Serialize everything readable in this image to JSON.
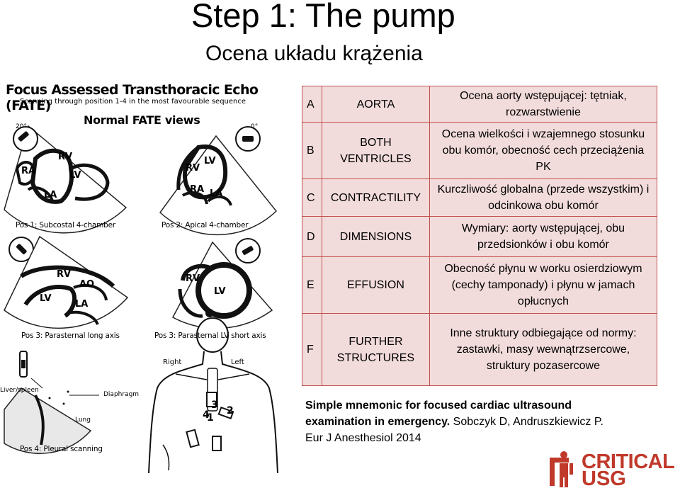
{
  "slide": {
    "title": "Step 1: The pump",
    "subtitle": "Ocena układu krążenia"
  },
  "figure": {
    "title": "Focus Assessed Transthoracic Echo (FATE)",
    "subtitle": "Scanning through position 1-4 in the most favourable sequence",
    "normal_views": "Normal FATE views",
    "angle_left": "20°",
    "angle_right": "0°",
    "pos1": "Pos 1: Subcostal 4-chamber",
    "pos2": "Pos 2: Apical 4-chamber",
    "pos3_long": "Pos 3: Parasternal long axis",
    "pos3_short": "Pos 3: Parasternal LV short axis",
    "pos4": "Pos 4: Pleural scanning",
    "labels": {
      "rv": "RV",
      "ra": "RA",
      "lv": "LV",
      "la": "LA",
      "ao": "AO",
      "liver": "Liver/spleen",
      "diaphragm": "Diaphragm",
      "lung": "Lung",
      "right": "Right",
      "left": "Left",
      "n1": "1",
      "n2": "2",
      "n3": "3",
      "n4": "4"
    }
  },
  "table": [
    {
      "letter": "A",
      "term": "AORTA",
      "desc": "Ocena aorty wstępującej: tętniak, rozwarstwienie"
    },
    {
      "letter": "B",
      "term": "BOTH VENTRICLES",
      "desc": "Ocena wielkości i wzajemnego stosunku obu komór, obecność cech przeciążenia PK"
    },
    {
      "letter": "C",
      "term": "CONTRACTILITY",
      "desc": "Kurczliwość globalna (przede wszystkim) i odcinkowa obu komór"
    },
    {
      "letter": "D",
      "term": "DIMENSIONS",
      "desc": "Wymiary: aorty wstępującej, obu przedsionków i obu komór"
    },
    {
      "letter": "E",
      "term": "EFFUSION",
      "desc": "Obecność płynu w worku osierdziowym (cechy tamponady) i płynu w jamach opłucnych"
    },
    {
      "letter": "F",
      "term": "FURTHER STRUCTURES",
      "desc": "Inne struktury odbiegające od normy: zastawki, masy wewnątrzsercowe, struktury pozasercowe"
    }
  ],
  "reference": {
    "line1": "Simple mnemonic for focused cardiac ultrasound",
    "line2": "examination in emergency.",
    "authors": "Sobczyk D, Andruszkiewicz P.",
    "journal": "Eur J Anesthesiol 2014"
  },
  "logo": {
    "word1": "CRITICAL",
    "word2": "USG",
    "brand_color": "#c0392b"
  },
  "colors": {
    "table_bg": "#f2dcdb",
    "table_border": "#c0504d"
  }
}
